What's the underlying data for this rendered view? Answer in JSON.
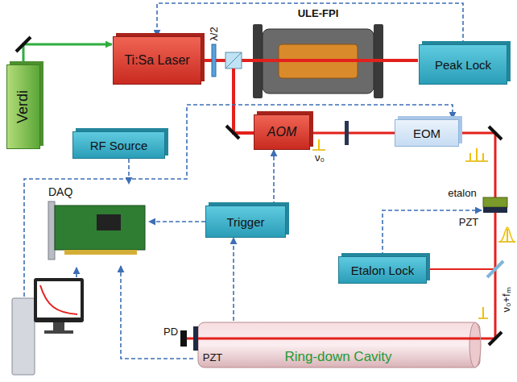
{
  "diagram": {
    "nodes": [
      {
        "text": [
          "Verdi"
        ]
      },
      {
        "text": [
          "Ti:Sa Laser"
        ]
      },
      {
        "text": [
          "ULE-FPI"
        ]
      },
      {
        "text": [
          "Peak Lock"
        ]
      },
      {
        "text": [
          "RF Source"
        ]
      },
      {
        "text": [
          "AOM"
        ]
      },
      {
        "text": [
          "EOM"
        ]
      },
      {
        "text": [
          "Trigger"
        ]
      },
      {
        "text": [
          "DAQ"
        ]
      },
      {
        "text": [
          "Etalon Lock"
        ]
      },
      {
        "text": [
          "Ring-down Cavity"
        ]
      }
    ],
    "edges": [
      {
        "from": 3,
        "to": 1,
        "arrow": "to"
      },
      {
        "from": 4,
        "to": 8,
        "arrow": "to"
      },
      {
        "from": 7,
        "to": 5,
        "arrow": "to"
      },
      {
        "from": 7,
        "to": 8,
        "arrow": "to"
      },
      {
        "from": 10,
        "to": 7,
        "arrow": "to"
      },
      {
        "from": 10,
        "to": 8,
        "arrow": "to"
      }
    ],
    "labels": [
      "λ/2",
      "ν₀",
      "etalon",
      "PZT",
      "ν₀+fₘ",
      "PD",
      "PZT"
    ]
  }
}
